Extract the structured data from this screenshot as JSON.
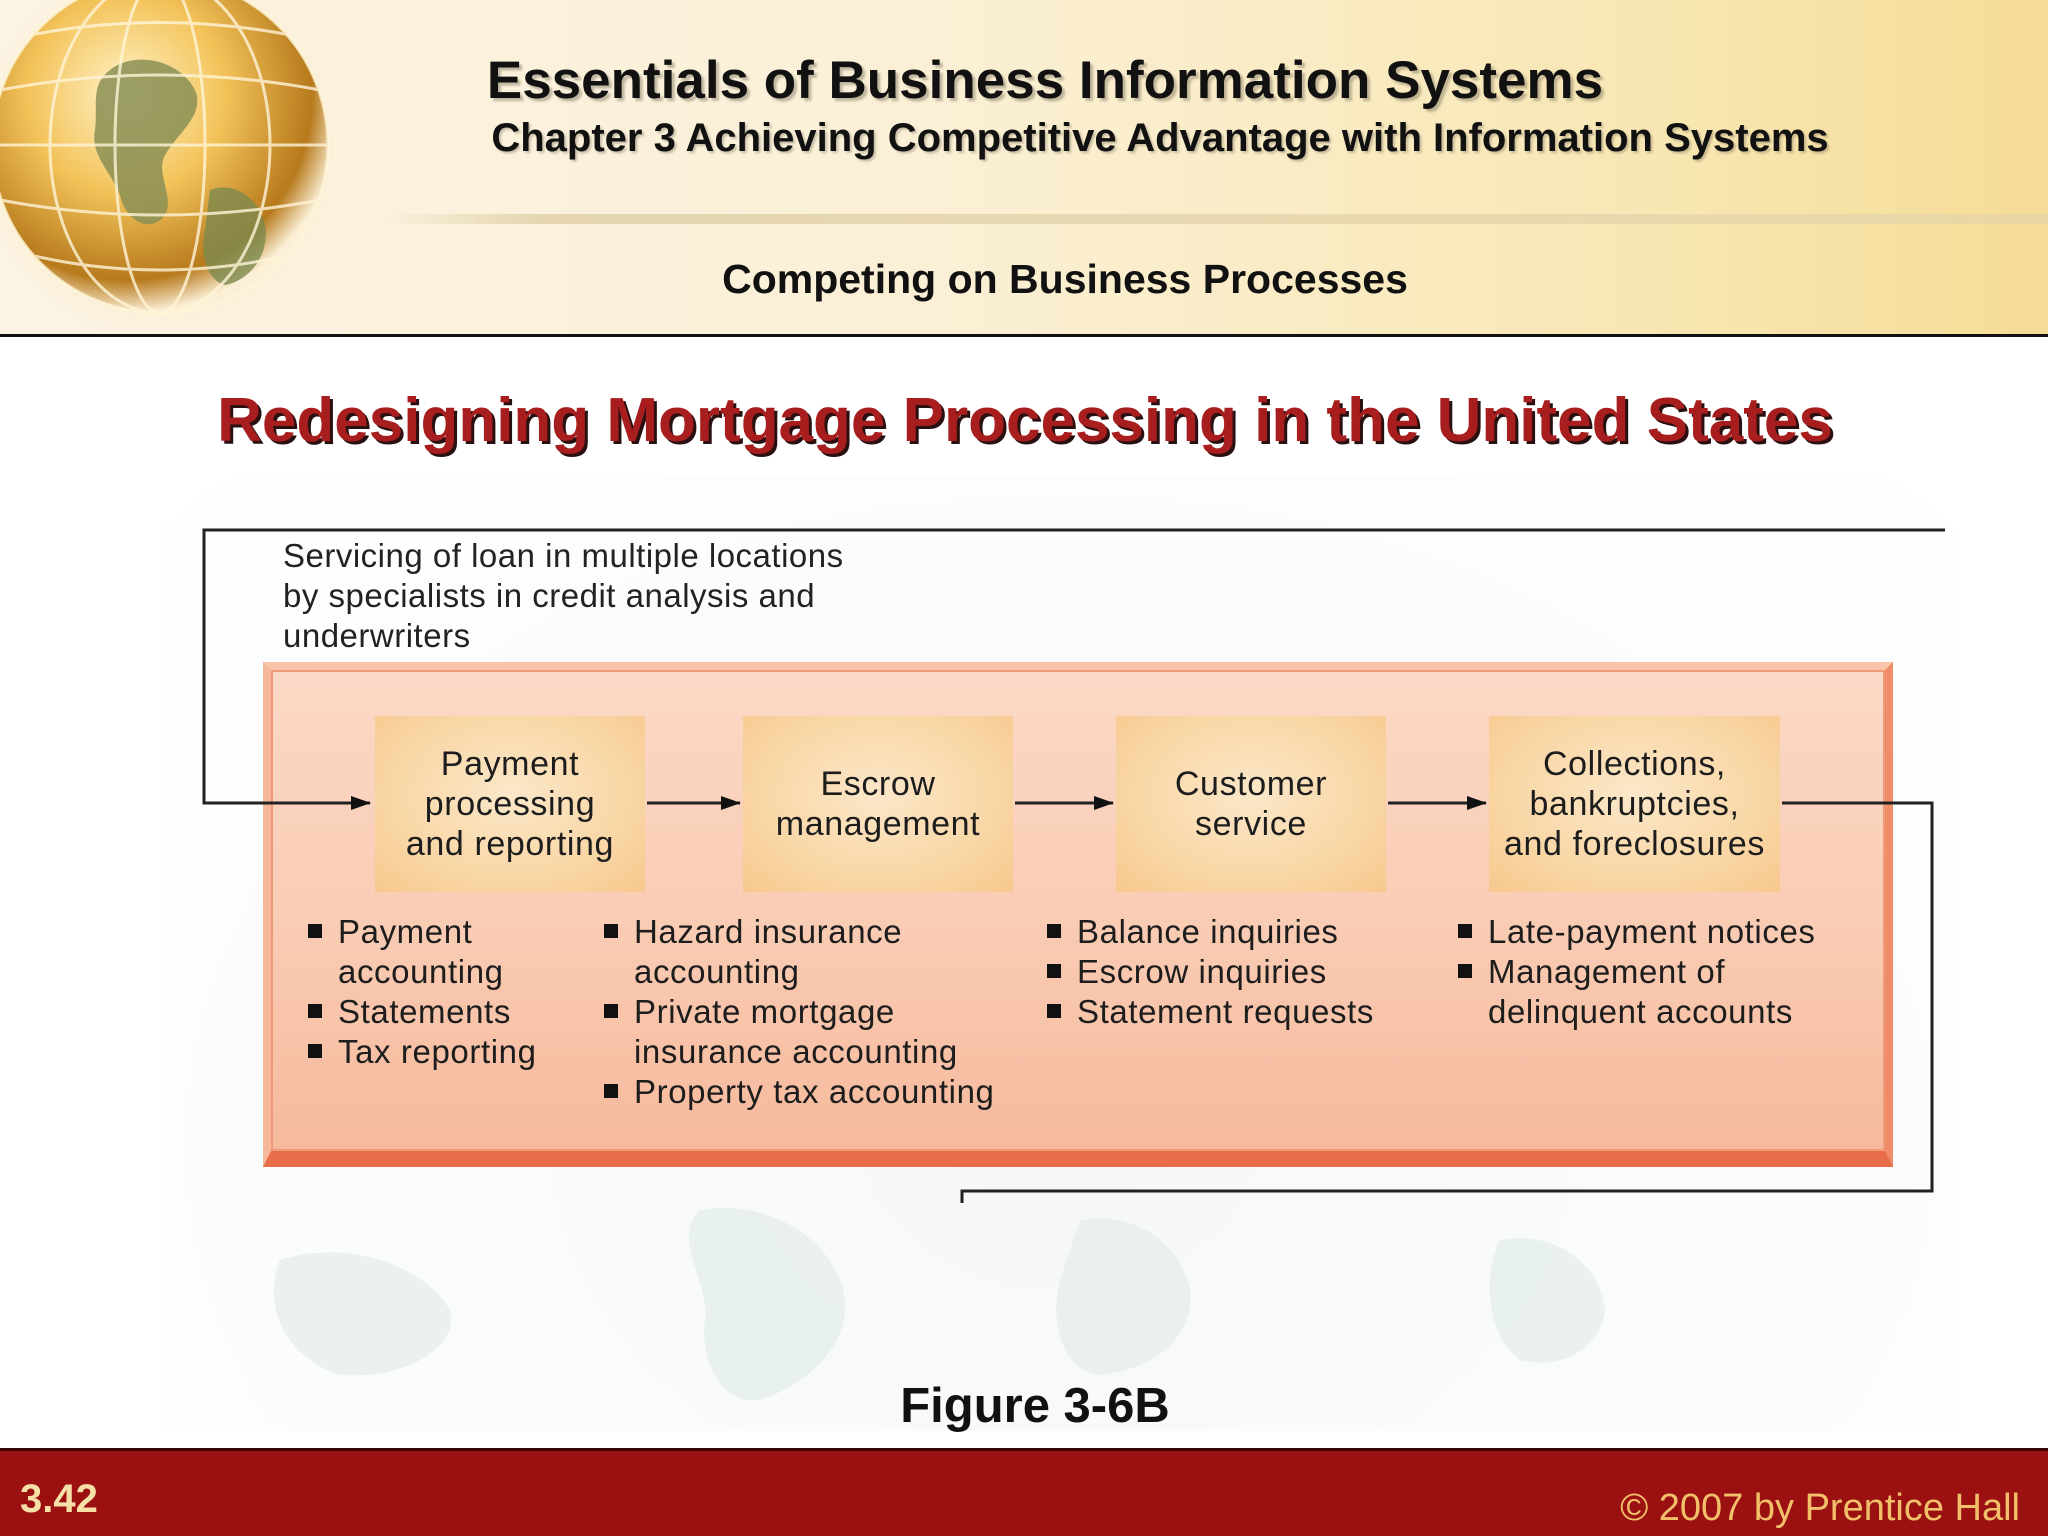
{
  "header": {
    "book_title": "Essentials of Business Information Systems",
    "chapter_title": "Chapter 3 Achieving Competitive Advantage with Information Systems",
    "section_title": "Competing on Business Processes"
  },
  "slide": {
    "title": "Redesigning Mortgage Processing in the United States",
    "figure_label": "Figure 3-6B"
  },
  "diagram": {
    "intro": "Servicing of loan in multiple locations\nby specialists in credit analysis and\nunderwriters",
    "steps": [
      {
        "label": "Payment\nprocessing\nand reporting",
        "bullets": [
          "Payment\n accounting",
          "Statements",
          "Tax reporting"
        ]
      },
      {
        "label": "Escrow\nmanagement",
        "bullets": [
          "Hazard insurance\n accounting",
          "Private mortgage\n insurance accounting",
          "Property tax accounting"
        ]
      },
      {
        "label": "Customer\nservice",
        "bullets": [
          "Balance inquiries",
          "Escrow inquiries",
          "Statement requests"
        ]
      },
      {
        "label": "Collections,\nbankruptcies,\nand foreclosures",
        "bullets": [
          "Late-payment notices",
          "Management of\n delinquent accounts"
        ]
      }
    ]
  },
  "footer": {
    "slide_number": "3.42",
    "copyright": "© 2007 by Prentice Hall"
  },
  "colors": {
    "title_red": "#a81d1d",
    "footer_red": "#9b1111",
    "copyright_gold": "#f2c06a",
    "panel_salmon": "#f9cbb3",
    "step_peach": "#f9d7a6"
  },
  "icons": [
    "globe-icon",
    "bullet-square-icon",
    "arrow-right-icon"
  ]
}
